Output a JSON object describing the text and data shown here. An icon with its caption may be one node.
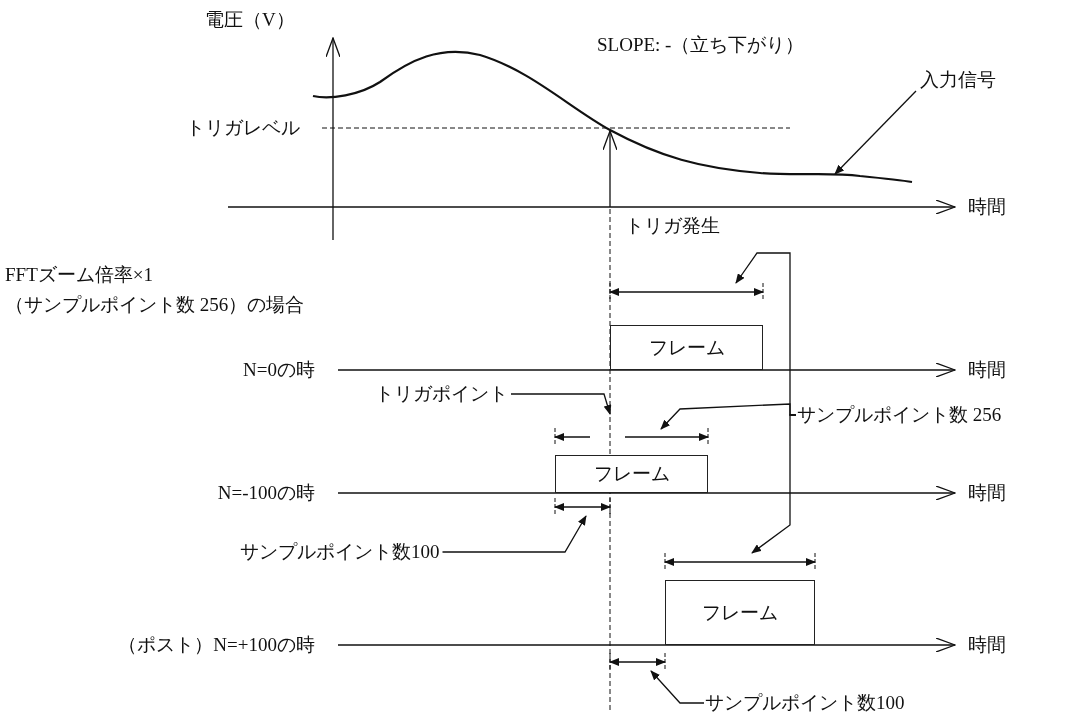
{
  "diagram": {
    "nodes": [
      {
        "text": [
          "入力信号"
        ]
      },
      {
        "text": [
          "フレーム"
        ]
      },
      {
        "text": [
          "トリガポイント"
        ]
      },
      {
        "text": [
          "サンプルポイント数 256"
        ]
      },
      {
        "text": [
          "フレーム"
        ]
      },
      {
        "text": [
          "サンプルポイント数100"
        ]
      },
      {
        "text": [
          "フレーム"
        ]
      },
      {
        "text": [
          "サンプルポイント数100"
        ]
      },
      {
        "text": [],
        "shape": "line"
      },
      {
        "text": [],
        "shape": "line"
      },
      {
        "text": [],
        "shape": "line"
      },
      {
        "text": [],
        "shape": "line"
      },
      {
        "text": [],
        "shape": "line"
      },
      {
        "text": [],
        "shape": "line"
      },
      {
        "text": [],
        "shape": "curve"
      }
    ],
    "edges": [
      {
        "from": 0,
        "to": 14,
        "arrow": "to"
      },
      {
        "from": 2,
        "to": 13,
        "arrow": "to"
      },
      {
        "from": 3,
        "to": 8,
        "arrow": "to"
      },
      {
        "from": 3,
        "to": 9,
        "arrow": "to"
      },
      {
        "from": 3,
        "to": 11,
        "arrow": "to"
      },
      {
        "from": 5,
        "to": 10,
        "arrow": "to"
      },
      {
        "from": 7,
        "to": 12,
        "arrow": "to"
      }
    ],
    "labels": [
      "電圧（V）",
      "SLOPE: -（立ち下がり）",
      "トリガレベル",
      "時間",
      "トリガ発生",
      "FFTズーム倍率×1",
      "（サンプルポイント数 256）の場合",
      "N=0の時",
      "時間",
      "N=-100の時",
      "時間",
      "（ポスト）N=+100の時",
      "時間"
    ]
  }
}
